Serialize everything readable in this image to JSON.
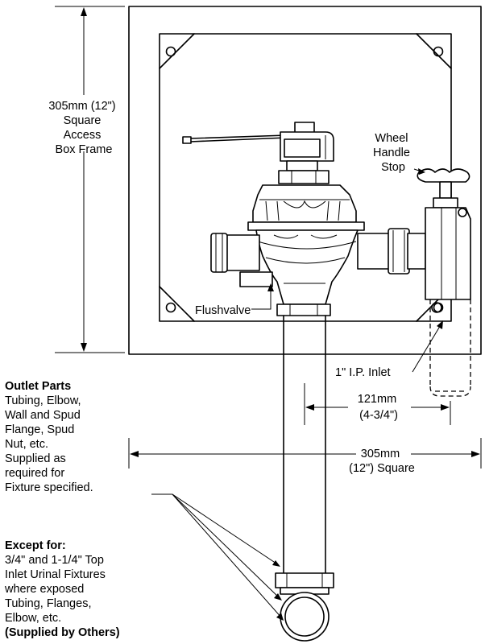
{
  "frame_label": [
    "305mm (12\")",
    "Square",
    "Access",
    "Box Frame"
  ],
  "wheel_label": [
    "Wheel",
    "Handle",
    "Stop"
  ],
  "flushvalve_label": "Flushvalve",
  "inlet_label": "1\" I.P. Inlet",
  "dim_121": [
    "121mm",
    "(4-3/4\")"
  ],
  "dim_305": [
    "305mm",
    "(12\") Square"
  ],
  "outlet_title": "Outlet Parts",
  "outlet_lines": [
    "Tubing, Elbow,",
    "Wall and Spud",
    "Flange, Spud",
    "Nut, etc.",
    "Supplied as",
    "required for",
    "Fixture specified."
  ],
  "except_title": "Except for:",
  "except_lines": [
    "3/4\" and 1-1/4\" Top",
    "Inlet Urinal Fixtures",
    "where exposed",
    "Tubing, Flanges,",
    "Elbow, etc."
  ],
  "supplied_by": "(Supplied by Others)"
}
